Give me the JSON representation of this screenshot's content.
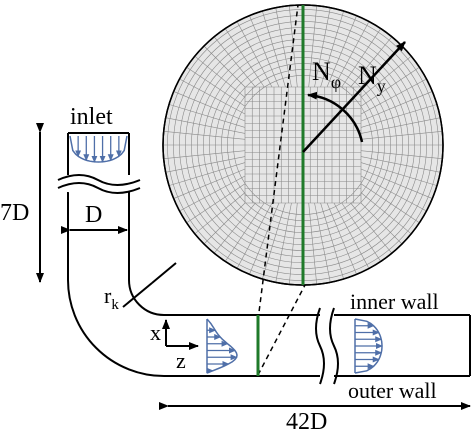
{
  "labels": {
    "inlet": "inlet",
    "diameter": "D",
    "length_7d": "7D",
    "length_42d": "42D",
    "bend_radius": "r",
    "bend_radius_sub": "k",
    "axis_x": "x",
    "axis_z": "z",
    "inner_wall": "inner wall",
    "outer_wall": "outer wall",
    "n_phi": "N",
    "n_phi_sub": "φ",
    "n_y": "N",
    "n_y_sub": "y"
  },
  "colors": {
    "stroke": "#000000",
    "velocity_arrows": "#4f6fa8",
    "section_line": "#1f7a2a",
    "mesh_lines": "#8a8a8a",
    "mesh_fill": "#e6e6e6"
  }
}
